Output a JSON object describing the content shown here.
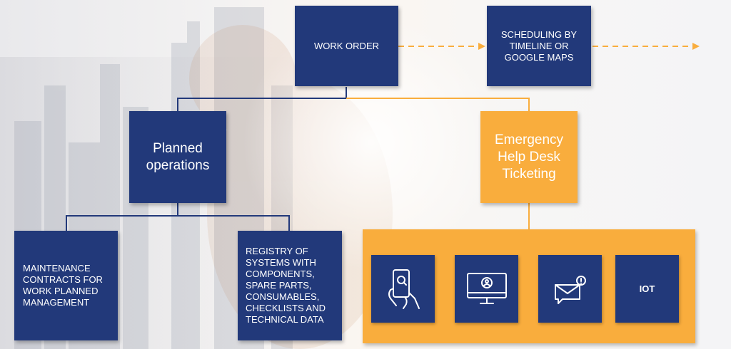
{
  "nodes": {
    "work_order": "WORK ORDER",
    "scheduling": "SCHEDULING BY TIMELINE OR GOOGLE MAPS",
    "planned_operations": "Planned operations",
    "emergency": "Emergency Help Desk Ticketing",
    "maintenance_contracts": "MAINTENANCE CONTRACTS FOR WORK PLANNED MANAGEMENT",
    "registry": "REGISTRY OF SYSTEMS WITH COMPONENTS, SPARE PARTS, CONSUMABLES, CHECKLISTS AND TECHNICAL DATA"
  },
  "channels": [
    {
      "icon": "mobile-app-icon"
    },
    {
      "icon": "web-portal-icon"
    },
    {
      "icon": "email-icon"
    },
    {
      "label": "IOT"
    }
  ],
  "colors": {
    "navy": "#22397a",
    "orange": "#f9ad3d"
  }
}
